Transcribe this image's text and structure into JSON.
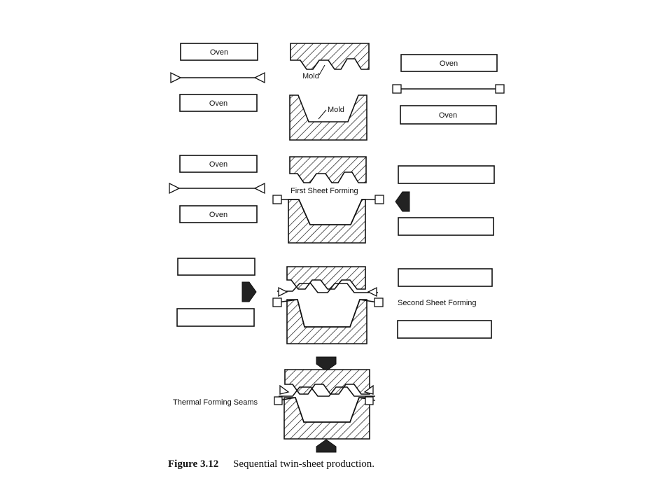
{
  "labels": {
    "oven": "Oven",
    "mold": "Mold",
    "first_sheet_forming": "First Sheet Forming",
    "second_sheet_forming": "Second Sheet Forming",
    "thermal_forming_seams": "Thermal Forming Seams"
  },
  "caption": {
    "figure": "Figure 3.12",
    "text": "Sequential twin-sheet production."
  }
}
